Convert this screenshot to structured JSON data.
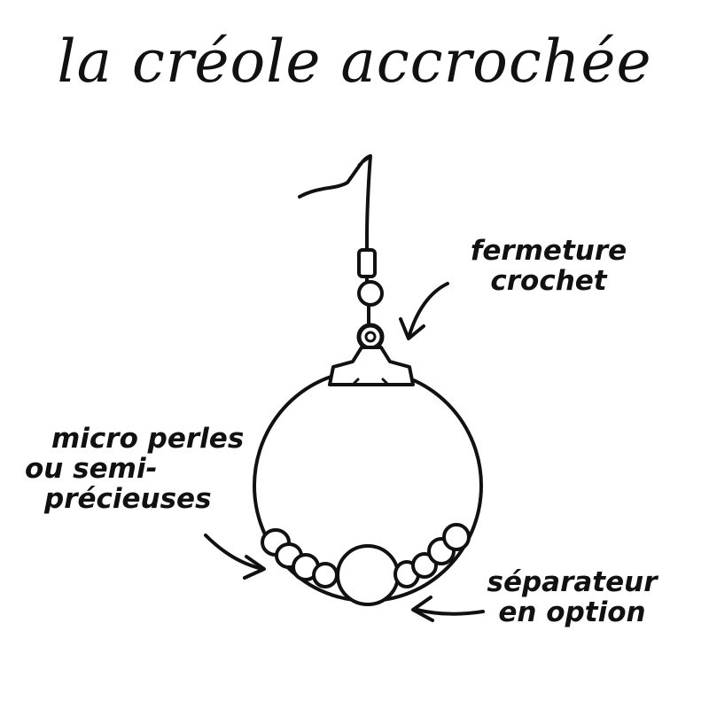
{
  "title": "la créole accrochée",
  "labels": {
    "clasp": {
      "line1": "fermeture",
      "line2": "crochet"
    },
    "beads": {
      "line1": "micro perles",
      "line2": "ou semi-",
      "line3": "précieuses"
    },
    "separator": {
      "line1": "séparateur",
      "line2": "en option"
    }
  },
  "colors": {
    "ink": "#111111",
    "background": "#ffffff"
  }
}
